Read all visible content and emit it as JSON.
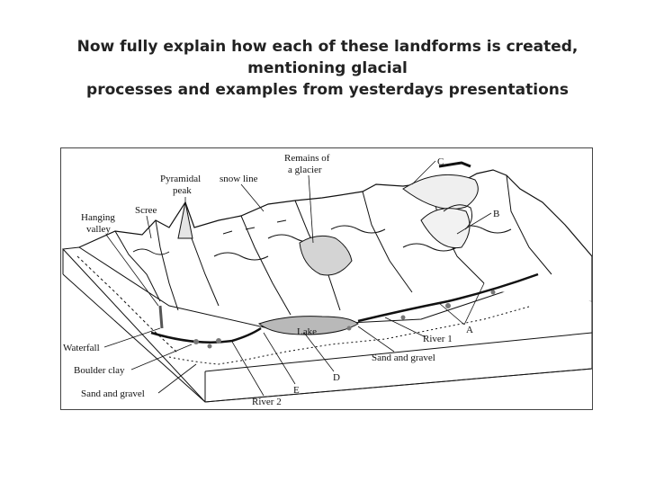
{
  "title_lines": [
    "Now fully explain how each of these landforms is created, mentioning glacial",
    "processes and examples from yesterdays presentations"
  ],
  "labels": {
    "remains_of_glacier_line1": "Remains of",
    "remains_of_glacier_line2": "a glacier",
    "pyramidal_peak_line1": "Pyramidal",
    "pyramidal_peak_line2": "peak",
    "snow_line": "snow line",
    "scree": "Scree",
    "hanging_valley_line1": "Hanging",
    "hanging_valley_line2": "valley",
    "waterfall": "Waterfall",
    "boulder_clay": "Boulder clay",
    "sand_and_gravel_left": "Sand and gravel",
    "river_2": "River 2",
    "lake": "Lake",
    "river_1": "River 1",
    "sand_and_gravel_right": "Sand and gravel",
    "letter_a": "A",
    "letter_b": "B",
    "letter_c": "C",
    "letter_d": "D",
    "letter_e": "E"
  },
  "colors": {
    "ink": "#111111",
    "water": "#b9b9b9",
    "ice": "#d4d4d4",
    "ground": "#ffffff"
  }
}
